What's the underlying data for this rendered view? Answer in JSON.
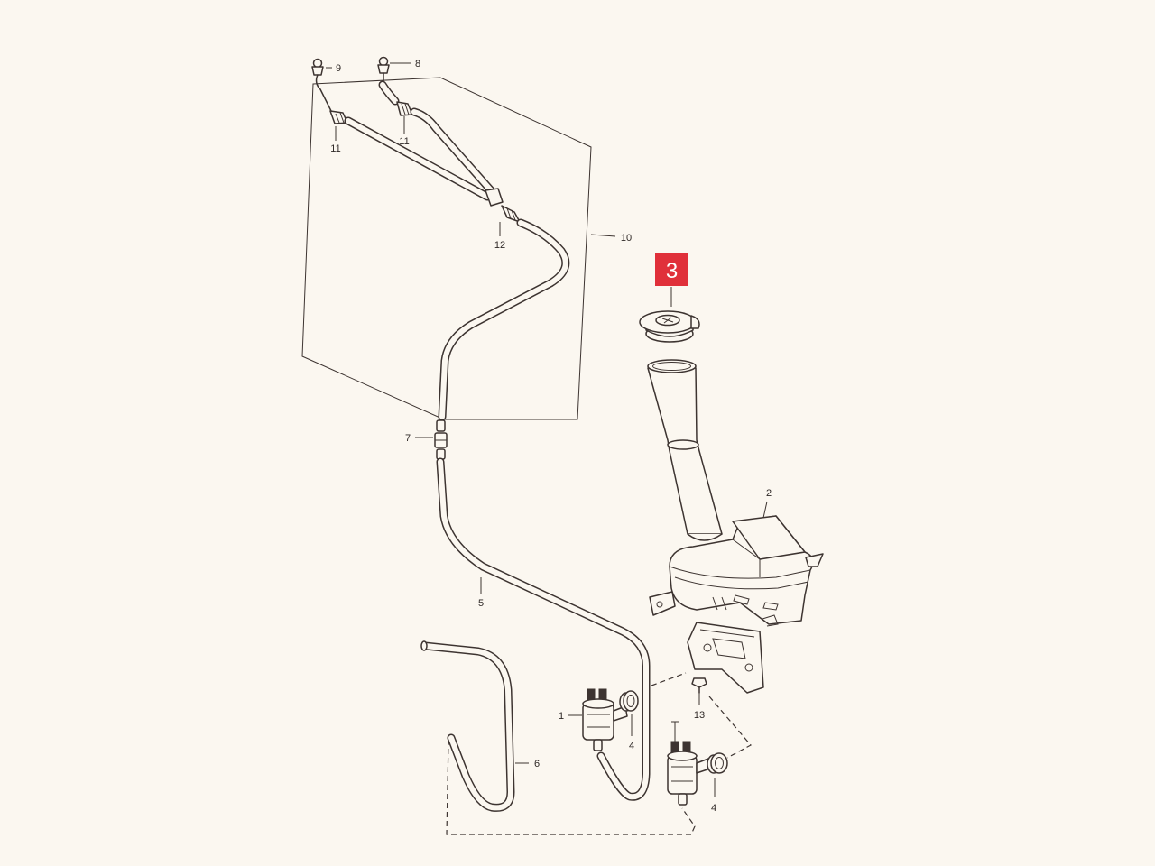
{
  "colors": {
    "background": "#fbf7f0",
    "line": "#3d3431",
    "highlight": "#e0303a"
  },
  "callouts": {
    "c1": "1",
    "c2": "2",
    "c3": "3",
    "c4a": "4",
    "c4b": "4",
    "c5": "5",
    "c6": "6",
    "c7": "7",
    "c8": "8",
    "c9": "9",
    "c10": "10",
    "c11a": "11",
    "c11b": "11",
    "c12": "12",
    "c13": "13"
  },
  "highlighted_callout": "3"
}
